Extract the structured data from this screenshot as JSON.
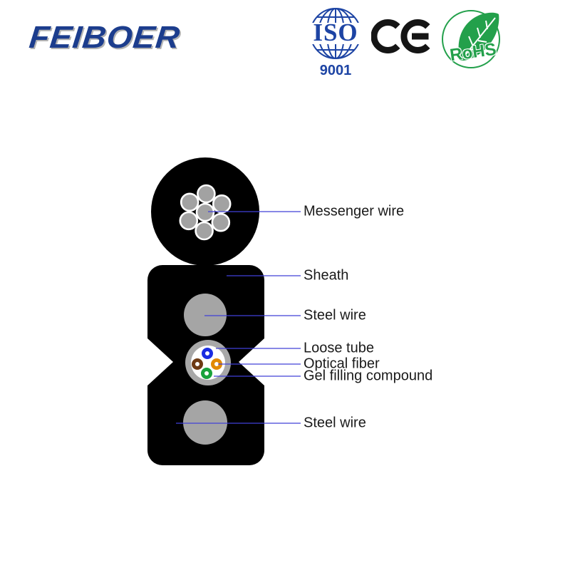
{
  "header": {
    "brand": {
      "name": "FEIBOER",
      "color": "#1c3d8d"
    },
    "certifications": {
      "iso": {
        "line1": "ISO",
        "line2": "9001",
        "color": "#1d44a4"
      },
      "ce": {
        "label": "CE",
        "color": "#151515"
      },
      "rohs": {
        "label": "RoHS",
        "color": "#23a04b"
      }
    }
  },
  "diagram": {
    "subject": "FTTH drop cable cross section",
    "colors": {
      "sheath": "#000000",
      "steel_wire_gray": "#a5a5a5",
      "messenger_strand_gray": "#a2a2a2",
      "loose_tube_ring_gray": "#a8a8a8",
      "tube_interior": "#ffffff",
      "leader_line_blue": "#4040d8",
      "fiber_blue": "#1a2de2",
      "fiber_brown": "#6e3a14",
      "fiber_orange": "#e28a00",
      "fiber_green": "#18a23c"
    },
    "labels": [
      {
        "text": "Messenger wire"
      },
      {
        "text": "Sheath"
      },
      {
        "text": "Steel wire"
      },
      {
        "text": "Loose tube"
      },
      {
        "text": "Optical fiber"
      },
      {
        "text": "Gel filling compound"
      },
      {
        "text": "Steel wire"
      }
    ]
  }
}
